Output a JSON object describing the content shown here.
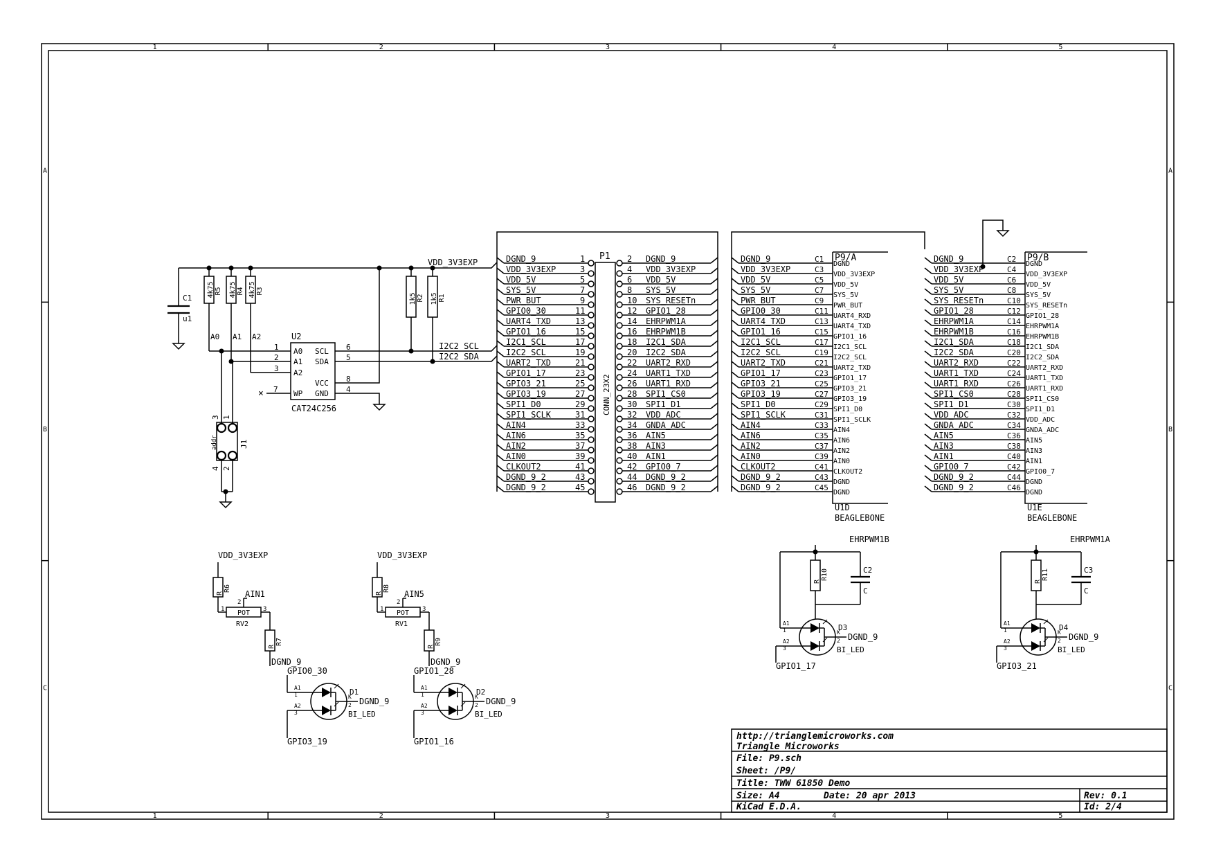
{
  "frame": {
    "col_labels": [
      "1",
      "2",
      "3",
      "4",
      "5"
    ],
    "row_labels": [
      "A",
      "B",
      "C"
    ]
  },
  "title_block": {
    "url": "http://trianglemicroworks.com",
    "company": "Triangle Microworks",
    "file": "File: P9.sch",
    "sheet": "Sheet: /P9/",
    "title": "Title: TWW 61850 Demo",
    "size": "Size: A4",
    "date": "Date: 20 apr 2013",
    "rev": "Rev: 0.1",
    "tool": "KiCad E.D.A.",
    "id": "Id: 2/4"
  },
  "p1": {
    "ref": "P1",
    "value": "CONN_23X2",
    "left_pins": [
      {
        "num": "1",
        "net": "DGND_9"
      },
      {
        "num": "3",
        "net": "VDD_3V3EXP"
      },
      {
        "num": "5",
        "net": "VDD_5V"
      },
      {
        "num": "7",
        "net": "SYS_5V"
      },
      {
        "num": "9",
        "net": "PWR_BUT"
      },
      {
        "num": "11",
        "net": "GPIO0_30"
      },
      {
        "num": "13",
        "net": "UART4_TXD"
      },
      {
        "num": "15",
        "net": "GPIO1_16"
      },
      {
        "num": "17",
        "net": "I2C1_SCL"
      },
      {
        "num": "19",
        "net": "I2C2_SCL"
      },
      {
        "num": "21",
        "net": "UART2_TXD"
      },
      {
        "num": "23",
        "net": "GPIO1_17"
      },
      {
        "num": "25",
        "net": "GPIO3_21"
      },
      {
        "num": "27",
        "net": "GPIO3_19"
      },
      {
        "num": "29",
        "net": "SPI1_D0"
      },
      {
        "num": "31",
        "net": "SPI1_SCLK"
      },
      {
        "num": "33",
        "net": "AIN4"
      },
      {
        "num": "35",
        "net": "AIN6"
      },
      {
        "num": "37",
        "net": "AIN2"
      },
      {
        "num": "39",
        "net": "AIN0"
      },
      {
        "num": "41",
        "net": "CLKOUT2"
      },
      {
        "num": "43",
        "net": "DGND_9_2"
      },
      {
        "num": "45",
        "net": "DGND_9_2"
      }
    ],
    "right_pins": [
      {
        "num": "2",
        "net": "DGND_9"
      },
      {
        "num": "4",
        "net": "VDD_3V3EXP"
      },
      {
        "num": "6",
        "net": "VDD_5V"
      },
      {
        "num": "8",
        "net": "SYS_5V"
      },
      {
        "num": "10",
        "net": "SYS_RESETn"
      },
      {
        "num": "12",
        "net": "GPIO1_28"
      },
      {
        "num": "14",
        "net": "EHRPWM1A"
      },
      {
        "num": "16",
        "net": "EHRPWM1B"
      },
      {
        "num": "18",
        "net": "I2C1_SDA"
      },
      {
        "num": "20",
        "net": "I2C2_SDA"
      },
      {
        "num": "22",
        "net": "UART2_RXD"
      },
      {
        "num": "24",
        "net": "UART1_TXD"
      },
      {
        "num": "26",
        "net": "UART1_RXD"
      },
      {
        "num": "28",
        "net": "SPI1_CS0"
      },
      {
        "num": "30",
        "net": "SPI1_D1"
      },
      {
        "num": "32",
        "net": "VDD_ADC"
      },
      {
        "num": "34",
        "net": "GNDA_ADC"
      },
      {
        "num": "36",
        "net": "AIN5"
      },
      {
        "num": "38",
        "net": "AIN3"
      },
      {
        "num": "40",
        "net": "AIN1"
      },
      {
        "num": "42",
        "net": "GPIO0_7"
      },
      {
        "num": "44",
        "net": "DGND_9_2"
      },
      {
        "num": "46",
        "net": "DGND_9_2"
      }
    ]
  },
  "u1d": {
    "ref": "U1D",
    "value": "BEAGLEBONE",
    "title": "P9/A",
    "pins": [
      {
        "net": "DGND_9",
        "num": "C1",
        "name": "DGND"
      },
      {
        "net": "VDD_3V3EXP",
        "num": "C3",
        "name": "VDD_3V3EXP"
      },
      {
        "net": "VDD_5V",
        "num": "C5",
        "name": "VDD_5V"
      },
      {
        "net": "SYS_5V",
        "num": "C7",
        "name": "SYS_5V"
      },
      {
        "net": "PWR_BUT",
        "num": "C9",
        "name": "PWR_BUT"
      },
      {
        "net": "GPIO0_30",
        "num": "C11",
        "name": "UART4_RXD"
      },
      {
        "net": "UART4_TXD",
        "num": "C13",
        "name": "UART4_TXD"
      },
      {
        "net": "GPIO1_16",
        "num": "C15",
        "name": "GPIO1_16"
      },
      {
        "net": "I2C1_SCL",
        "num": "C17",
        "name": "I2C1_SCL"
      },
      {
        "net": "I2C2_SCL",
        "num": "C19",
        "name": "I2C2_SCL"
      },
      {
        "net": "UART2_TXD",
        "num": "C21",
        "name": "UART2_TXD"
      },
      {
        "net": "GPIO1_17",
        "num": "C23",
        "name": "GPIO1_17"
      },
      {
        "net": "GPIO3_21",
        "num": "C25",
        "name": "GPIO3_21"
      },
      {
        "net": "GPIO3_19",
        "num": "C27",
        "name": "GPIO3_19"
      },
      {
        "net": "SPI1_D0",
        "num": "C29",
        "name": "SPI1_D0"
      },
      {
        "net": "SPI1_SCLK",
        "num": "C31",
        "name": "SPI1_SCLK"
      },
      {
        "net": "AIN4",
        "num": "C33",
        "name": "AIN4"
      },
      {
        "net": "AIN6",
        "num": "C35",
        "name": "AIN6"
      },
      {
        "net": "AIN2",
        "num": "C37",
        "name": "AIN2"
      },
      {
        "net": "AIN0",
        "num": "C39",
        "name": "AIN0"
      },
      {
        "net": "CLKOUT2",
        "num": "C41",
        "name": "CLKOUT2"
      },
      {
        "net": "DGND_9_2",
        "num": "C43",
        "name": "DGND"
      },
      {
        "net": "DGND_9_2",
        "num": "C45",
        "name": "DGND"
      }
    ]
  },
  "u1e": {
    "ref": "U1E",
    "value": "BEAGLEBONE",
    "title": "P9/B",
    "pins": [
      {
        "net": "DGND_9",
        "num": "C2",
        "name": "DGND"
      },
      {
        "net": "VDD_3V3EXP",
        "num": "C4",
        "name": "VDD_3V3EXP"
      },
      {
        "net": "VDD_5V",
        "num": "C6",
        "name": "VDD_5V"
      },
      {
        "net": "SYS_5V",
        "num": "C8",
        "name": "SYS_5V"
      },
      {
        "net": "SYS_RESETn",
        "num": "C10",
        "name": "SYS_RESETn"
      },
      {
        "net": "GPIO1_28",
        "num": "C12",
        "name": "GPIO1_28"
      },
      {
        "net": "EHRPWM1A",
        "num": "C14",
        "name": "EHRPWM1A"
      },
      {
        "net": "EHRPWM1B",
        "num": "C16",
        "name": "EHRPWM1B"
      },
      {
        "net": "I2C1_SDA",
        "num": "C18",
        "name": "I2C1_SDA"
      },
      {
        "net": "I2C2_SDA",
        "num": "C20",
        "name": "I2C2_SDA"
      },
      {
        "net": "UART2_RXD",
        "num": "C22",
        "name": "UART2_RXD"
      },
      {
        "net": "UART1_TXD",
        "num": "C24",
        "name": "UART1_TXD"
      },
      {
        "net": "UART1_RXD",
        "num": "C26",
        "name": "UART1_RXD"
      },
      {
        "net": "SPI1_CS0",
        "num": "C28",
        "name": "SPI1_CS0"
      },
      {
        "net": "SPI1_D1",
        "num": "C30",
        "name": "SPI1_D1"
      },
      {
        "net": "VDD_ADC",
        "num": "C32",
        "name": "VDD_ADC"
      },
      {
        "net": "GNDA_ADC",
        "num": "C34",
        "name": "GNDA_ADC"
      },
      {
        "net": "AIN5",
        "num": "C36",
        "name": "AIN5"
      },
      {
        "net": "AIN3",
        "num": "C38",
        "name": "AIN3"
      },
      {
        "net": "AIN1",
        "num": "C40",
        "name": "AIN1"
      },
      {
        "net": "GPIO0_7",
        "num": "C42",
        "name": "GPIO0_7"
      },
      {
        "net": "DGND_9_2",
        "num": "C44",
        "name": "DGND"
      },
      {
        "net": "DGND_9_2",
        "num": "C46",
        "name": "DGND"
      }
    ]
  },
  "eeprom": {
    "net_vdd": "VDD_3V3EXP",
    "net_scl": "I2C2_SCL",
    "net_sda": "I2C2_SDA",
    "c1": {
      "ref": "C1",
      "value": "u1"
    },
    "r5": {
      "ref": "R5",
      "value": "4k75"
    },
    "r4": {
      "ref": "R4",
      "value": "4k75"
    },
    "r3": {
      "ref": "R3",
      "value": "4k75"
    },
    "r2": {
      "ref": "R2",
      "value": "1k5"
    },
    "r1": {
      "ref": "R1",
      "value": "1k5"
    },
    "addr_labels": [
      "A0",
      "A1",
      "A2"
    ],
    "u2": {
      "ref": "U2",
      "value": "CAT24C256",
      "pins": [
        {
          "name": "A0",
          "num": "1"
        },
        {
          "name": "A1",
          "num": "2"
        },
        {
          "name": "A2",
          "num": "3"
        },
        {
          "name": "WP",
          "num": "7"
        },
        {
          "name": "SCL",
          "num": "6"
        },
        {
          "name": "SDA",
          "num": "5"
        },
        {
          "name": "VCC",
          "num": "8"
        },
        {
          "name": "GND",
          "num": "4"
        }
      ]
    },
    "j1": {
      "ref": "J1",
      "value": "addr",
      "pins": [
        "3",
        "1",
        "4",
        "2"
      ]
    }
  },
  "pots": [
    {
      "net_top": "VDD_3V3EXP",
      "r_top_ref": "R6",
      "r_top_val": "R",
      "net_wiper": "AIN1",
      "pot_ref": "RV2",
      "pot_val": "POT",
      "pins": [
        "1",
        "2",
        "3"
      ],
      "r_bot_ref": "R7",
      "r_bot_val": "R",
      "net_gnd": "DGND_9"
    },
    {
      "net_top": "VDD_3V3EXP",
      "r_top_ref": "R8",
      "r_top_val": "R",
      "net_wiper": "AIN5",
      "pot_ref": "RV1",
      "pot_val": "POT",
      "pins": [
        "1",
        "2",
        "3"
      ],
      "r_bot_ref": "R9",
      "r_bot_val": "R",
      "net_gnd": "DGND_9"
    }
  ],
  "leds": [
    {
      "ref": "D1",
      "value": "BI_LED",
      "net_a1": "GPIO0_30",
      "net_a2": "GPIO3_19",
      "net_k": "DGND_9",
      "pins": [
        "A1",
        "1",
        "A2",
        "3",
        "K",
        "2"
      ]
    },
    {
      "ref": "D2",
      "value": "BI_LED",
      "net_a1": "GPIO1_28",
      "net_a2": "GPIO1_16",
      "net_k": "DGND_9",
      "pins": [
        "A1",
        "1",
        "A2",
        "3",
        "K",
        "2"
      ]
    },
    {
      "ref": "D3",
      "value": "BI_LED",
      "net_top": "EHRPWM1B",
      "net_a2": "GPIO1_17",
      "net_k": "DGND_9",
      "r_ref": "R10",
      "r_val": "R",
      "c_ref": "C2",
      "c_val": "C",
      "pins": [
        "A1",
        "1",
        "A2",
        "3",
        "K",
        "2"
      ]
    },
    {
      "ref": "D4",
      "value": "BI_LED",
      "net_top": "EHRPWM1A",
      "net_a2": "GPIO3_21",
      "net_k": "DGND_9",
      "r_ref": "R11",
      "r_val": "R",
      "c_ref": "C3",
      "c_val": "C",
      "pins": [
        "A1",
        "1",
        "A2",
        "3",
        "K",
        "2"
      ]
    }
  ]
}
